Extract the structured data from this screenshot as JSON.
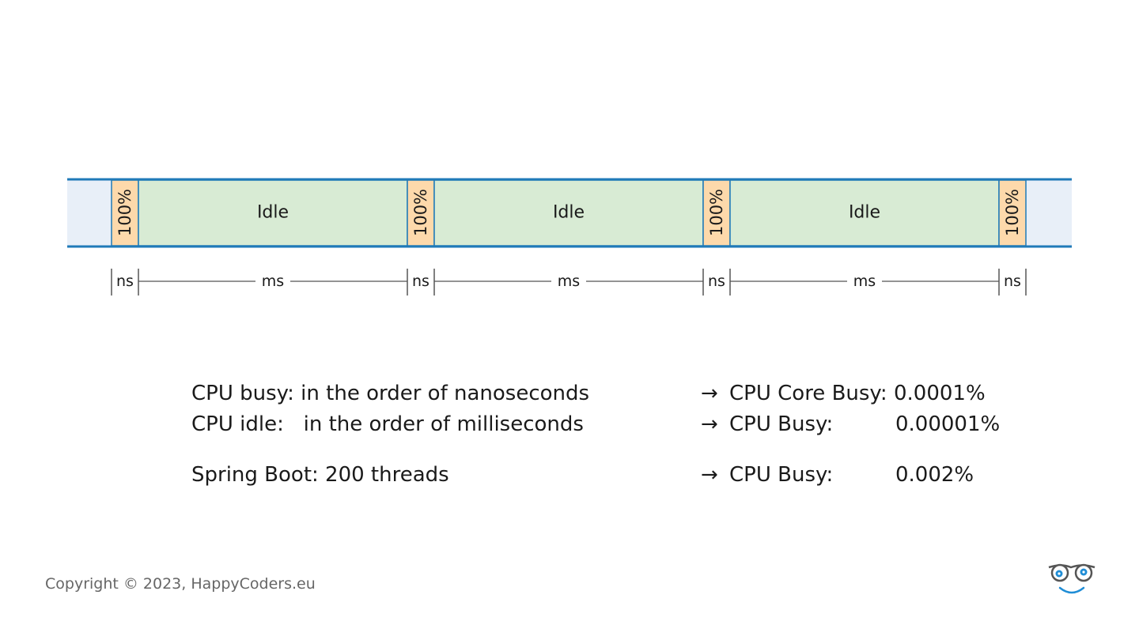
{
  "timeline": {
    "segments": [
      {
        "type": "busy",
        "label": "100%",
        "duration": "ns"
      },
      {
        "type": "idle",
        "label": "Idle",
        "duration": "ms"
      },
      {
        "type": "busy",
        "label": "100%",
        "duration": "ns"
      },
      {
        "type": "idle",
        "label": "Idle",
        "duration": "ms"
      },
      {
        "type": "busy",
        "label": "100%",
        "duration": "ns"
      },
      {
        "type": "idle",
        "label": "Idle",
        "duration": "ms"
      },
      {
        "type": "busy",
        "label": "100%",
        "duration": "ns"
      }
    ]
  },
  "stats": [
    {
      "left": "CPU busy: in the order of nanoseconds",
      "arrow": "→",
      "right_label": "CPU Core Busy:",
      "right_value": "0.0001%"
    },
    {
      "left": "CPU idle:   in the order of milliseconds",
      "arrow": "→",
      "right_label": "CPU Busy:",
      "right_value": "0.00001%"
    },
    {
      "left": "Spring Boot: 200 threads",
      "arrow": "→",
      "right_label": "CPU Busy:",
      "right_value": "0.002%"
    }
  ],
  "footer": {
    "copyright": "Copyright © 2023, HappyCoders.eu"
  },
  "colors": {
    "frame": "#1f7ab8",
    "track": "#e8eff8",
    "busy": "#fdd9ab",
    "idle": "#d8ebd4",
    "scale": "#555555"
  }
}
